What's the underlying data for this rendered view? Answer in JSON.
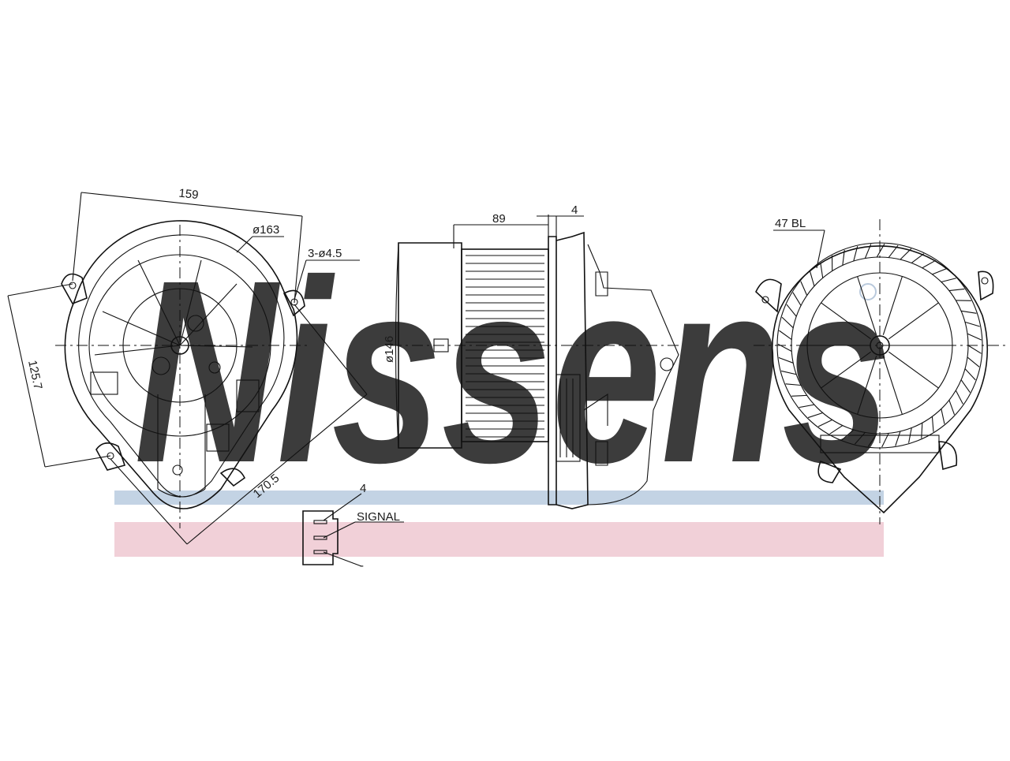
{
  "watermark": {
    "text": "Nissens",
    "color_text": "#b9c9dc",
    "color_bar_blue": "#c3d3e4",
    "color_bar_red": "#f1d0d8"
  },
  "dimensions": {
    "width": "159",
    "diameter": "ø163",
    "holes": "3-ø4.5",
    "height": "125.7",
    "diagonal": "170.5",
    "motor_length": "89",
    "flange": "4",
    "motor_diameter": "ø146",
    "blades": "47 BL"
  },
  "connector": {
    "pin_top": "4",
    "signal_label": "SIGNAL",
    "pin_bottom": "-"
  }
}
